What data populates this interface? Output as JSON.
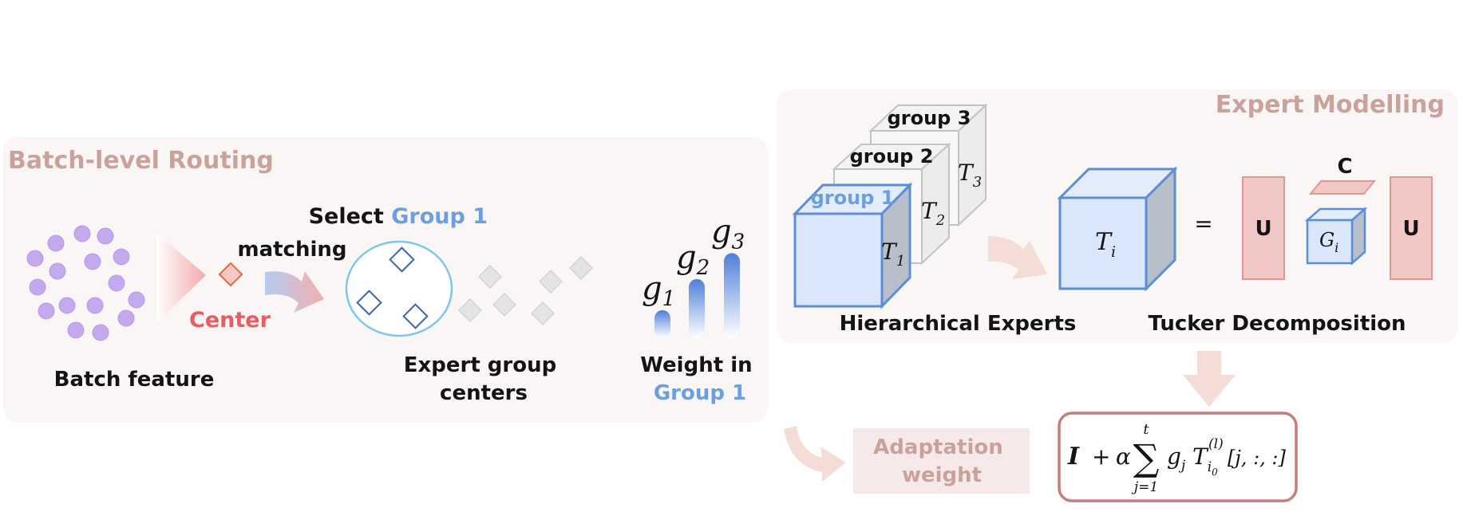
{
  "panels": {
    "left": {
      "title": "Batch-level Routing"
    },
    "right": {
      "title": "Expert Modelling"
    }
  },
  "routing": {
    "batch_feature_label": "Batch feature",
    "center_label": "Center",
    "matching_label": "matching",
    "select_prefix": "Select",
    "select_group": "Group 1",
    "expert_centers_line1": "Expert group",
    "expert_centers_line2": "centers",
    "weight_line1": "Weight in",
    "weight_line2": "Group 1",
    "gates": [
      {
        "sym": "g",
        "sub": "1",
        "weight": 0.27
      },
      {
        "sym": "g",
        "sub": "2",
        "weight": 0.57
      },
      {
        "sym": "g",
        "sub": "3",
        "weight": 0.82
      }
    ]
  },
  "experts": {
    "groups": [
      {
        "label": "group 1",
        "tensor_sym": "T",
        "tensor_sub": "1"
      },
      {
        "label": "group 2",
        "tensor_sym": "T",
        "tensor_sub": "2"
      },
      {
        "label": "group 3",
        "tensor_sym": "T",
        "tensor_sub": "3"
      }
    ],
    "caption": "Hierarchical Experts"
  },
  "tucker": {
    "tensor_sym": "T",
    "tensor_sub": "i",
    "equals": "=",
    "u_left": "U",
    "core_label": "C",
    "core_sym": "G",
    "core_sub": "i",
    "u_right": "U",
    "caption": "Tucker Decomposition"
  },
  "adaptation": {
    "line1": "Adaptation",
    "line2": "weight"
  },
  "formula": {
    "I": "I",
    "plus": "+",
    "alpha": "α",
    "sum": "∑",
    "upper": "t",
    "lower": "j=1",
    "g": "g",
    "g_sub": "j",
    "T": "T",
    "sub": "i",
    "sub_sub": "0",
    "sup": "(l)",
    "index": "[j, :, :]"
  },
  "colors": {
    "title": "#caa29c",
    "accent_blue": "#6b9fe0",
    "accent_red": "#ea5b62",
    "dot_purple": "#c5a9ee",
    "u_fill": "#f2c8c6",
    "u_stroke": "#e09892",
    "cube_blue_front": "#d9e6fb",
    "cube_blue_stroke": "#5b8ed6",
    "formula_border": "#c47f79"
  }
}
